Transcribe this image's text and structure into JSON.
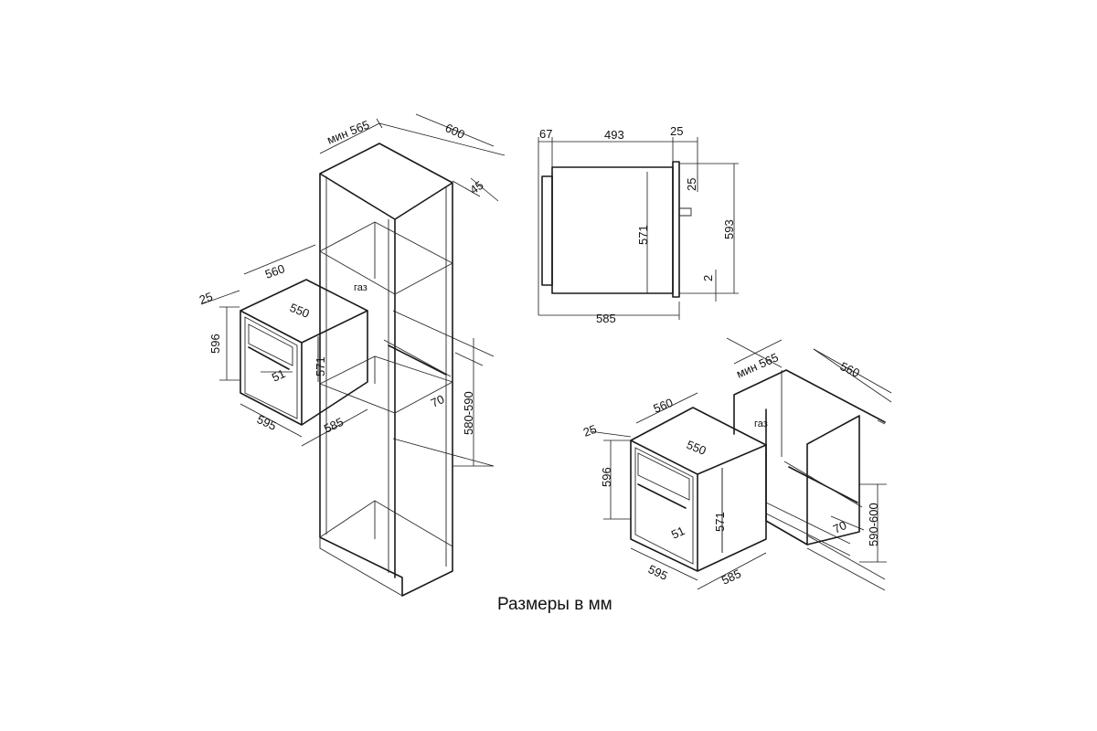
{
  "caption": "Размеры в мм",
  "view_column": {
    "cab_width": "600",
    "min_depth": "мин 565",
    "rear_gap": "45",
    "oven_depth_top": "560",
    "side_25": "25",
    "height_596": "596",
    "inner_550": "550",
    "gas": "газ",
    "dim_51": "51",
    "dim_571": "571",
    "width_595": "595",
    "depth_585": "585",
    "slot_70": "70",
    "niche_height": "580-590"
  },
  "view_side": {
    "front_67": "67",
    "body_493": "493",
    "rear_25": "25",
    "top_gap_25": "25",
    "height_571": "571",
    "height_593": "593",
    "gap_2": "2",
    "depth_585": "585"
  },
  "view_undercounter": {
    "min_depth": "мин 565",
    "counter_560": "560",
    "oven_depth_top": "560",
    "side_25": "25",
    "inner_550": "550",
    "gas": "газ",
    "height_596": "596",
    "dim_51": "51",
    "dim_571": "571",
    "width_595": "595",
    "depth_585": "585",
    "slot_70": "70",
    "niche_height": "590-600"
  }
}
